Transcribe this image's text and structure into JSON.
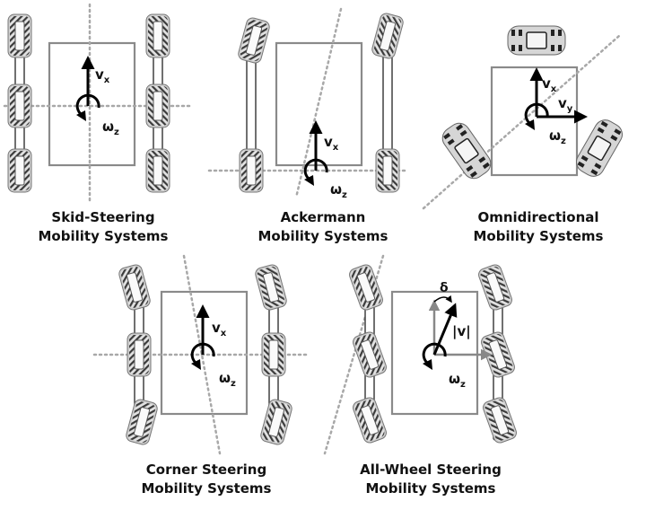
{
  "panels": {
    "skid": {
      "title_line1": "Skid-Steering",
      "title_line2": "Mobility Systems"
    },
    "ackermann": {
      "title_line1": "Ackermann",
      "title_line2": "Mobility Systems"
    },
    "omni": {
      "title_line1": "Omnidirectional",
      "title_line2": "Mobility Systems"
    },
    "corner": {
      "title_line1": "Corner Steering",
      "title_line2": "Mobility Systems"
    },
    "allwheel": {
      "title_line1": "All-Wheel Steering",
      "title_line2": "Mobility Systems"
    }
  },
  "symbols": {
    "vx_base": "v",
    "vx_sub": "x",
    "vy_base": "v",
    "vy_sub": "y",
    "wz_base": "ω",
    "wz_sub": "z",
    "delta": "δ",
    "v_mag": "|v|"
  },
  "colors": {
    "frame": "#8a8a8a",
    "axle": "#a8a8a8",
    "arrow": "#000000",
    "gray_arrow": "#888888",
    "tread": "#3a3a3a",
    "tire": "#dadada"
  },
  "icons": {
    "wheel": "wheel-icon",
    "mecanum": "omni-wheel-icon",
    "rotation": "rotation-arrow-icon"
  }
}
